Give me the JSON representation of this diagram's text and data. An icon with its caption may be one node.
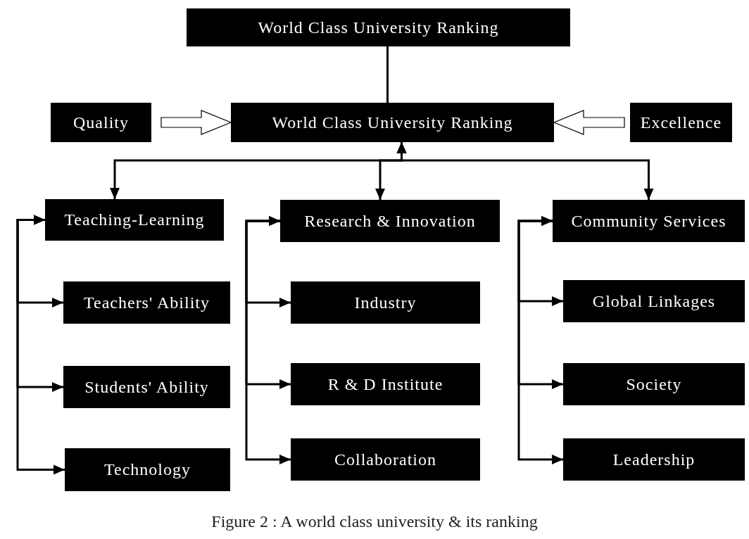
{
  "diagram": {
    "caption": "Figure 2 : A world class university & its ranking",
    "nodes": [
      {
        "text": [
          "World Class University Ranking"
        ]
      },
      {
        "text": [
          "Quality"
        ]
      },
      {
        "text": [
          "World Class University Ranking"
        ]
      },
      {
        "text": [
          "Excellence"
        ]
      },
      {
        "text": [
          "Teaching-Learning"
        ]
      },
      {
        "text": [
          "Research & Innovation"
        ]
      },
      {
        "text": [
          "Community Services"
        ]
      },
      {
        "text": [
          "Teachers' Ability"
        ]
      },
      {
        "text": [
          "Students' Ability"
        ]
      },
      {
        "text": [
          "Technology"
        ]
      },
      {
        "text": [
          "Industry"
        ]
      },
      {
        "text": [
          "R & D Institute"
        ]
      },
      {
        "text": [
          "Collaboration"
        ]
      },
      {
        "text": [
          "Global Linkages"
        ]
      },
      {
        "text": [
          "Society"
        ]
      },
      {
        "text": [
          "Leadership"
        ]
      }
    ],
    "edges": [
      {
        "from": 0,
        "to": 2,
        "arrow": "none"
      },
      {
        "from": 1,
        "to": 2,
        "arrow": "to"
      },
      {
        "from": 3,
        "to": 2,
        "arrow": "to"
      },
      {
        "from": 2,
        "to": 4,
        "arrow": "both"
      },
      {
        "from": 2,
        "to": 5,
        "arrow": "both"
      },
      {
        "from": 2,
        "to": 6,
        "arrow": "both"
      },
      {
        "from": 4,
        "to": 7,
        "arrow": "both"
      },
      {
        "from": 4,
        "to": 8,
        "arrow": "both"
      },
      {
        "from": 4,
        "to": 9,
        "arrow": "both"
      },
      {
        "from": 5,
        "to": 10,
        "arrow": "both"
      },
      {
        "from": 5,
        "to": 11,
        "arrow": "both"
      },
      {
        "from": 5,
        "to": 12,
        "arrow": "both"
      },
      {
        "from": 6,
        "to": 13,
        "arrow": "both"
      },
      {
        "from": 6,
        "to": 14,
        "arrow": "both"
      },
      {
        "from": 6,
        "to": 15,
        "arrow": "both"
      }
    ]
  }
}
